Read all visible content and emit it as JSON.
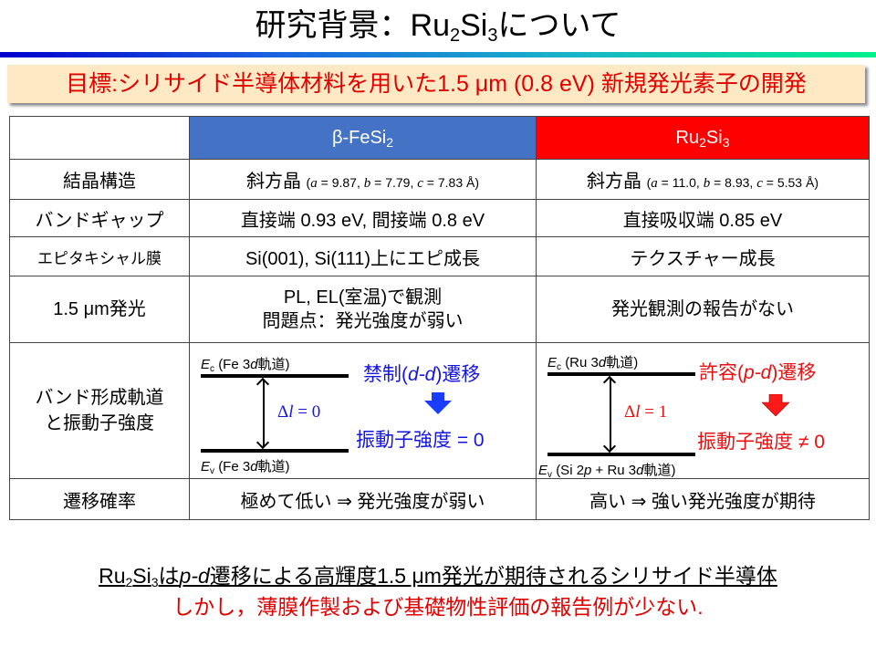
{
  "slide": {
    "title_prefix": "研究背景：Ru",
    "title_sub1": "2",
    "title_mid": "Si",
    "title_sub2": "3",
    "title_suffix": "について",
    "goal": "目標:シリサイド半導体材料を用いた1.5 μm (0.8 eV) 新規発光素子の開発",
    "colors": {
      "fe_header": "#4472c4",
      "ru_header": "#ff0000",
      "goal_bg": "#fde9c3",
      "goal_text": "#e00000",
      "forbidden_blue": "#1515e0",
      "allowed_red": "#e81010"
    }
  },
  "table": {
    "headers": {
      "fe_base": "β-FeSi",
      "fe_sub": "2",
      "ru_base1": "Ru",
      "ru_sub1": "2",
      "ru_base2": "Si",
      "ru_sub2": "3"
    },
    "rows": [
      {
        "label": "結晶構造",
        "fe_main": "斜方晶",
        "fe_params": [
          "9.87",
          "7.79",
          "7.83"
        ],
        "ru_main": "斜方晶",
        "ru_params": [
          "11.0",
          "8.93",
          "5.53"
        ],
        "unit": "Å"
      },
      {
        "label": "バンドギャップ",
        "fe": "直接端 0.93 eV, 間接端 0.8 eV",
        "ru": "直接吸収端 0.85 eV"
      },
      {
        "label": "エピタキシャル膜",
        "fe": "Si(001), Si(111)上にエピ成長",
        "ru": "テクスチャー成長"
      },
      {
        "label": "1.5 μm発光",
        "fe_line1": "PL, EL(室温)で観測",
        "fe_line2": "問題点：発光強度が弱い",
        "ru": "発光観測の報告がない"
      },
      {
        "label_line1": "バンド形成軌道",
        "label_line2": "と振動子強度",
        "fe": {
          "ec_label": "(Fe 3",
          "ec_orb": "d",
          "ec_tail": "軌道)",
          "ev_label": "(Fe 3",
          "ev_orb": "d",
          "ev_tail": "軌道)",
          "delta_l": "= 0",
          "transition_pre": "禁制(",
          "transition_type": "d-d",
          "transition_post": ")遷移",
          "oscillator": "振動子強度 = 0"
        },
        "ru": {
          "ec_label": "(Ru 3",
          "ec_orb": "d",
          "ec_tail": "軌道)",
          "ev_label": "(Si 2",
          "ev_orb1": "p",
          "ev_mid": " + Ru 3",
          "ev_orb2": "d",
          "ev_tail": "軌道)",
          "delta_l": "= 1",
          "transition_pre": "許容(",
          "transition_type": "p-d",
          "transition_post": ")遷移",
          "oscillator": "振動子強度 ≠ 0"
        }
      },
      {
        "label": "遷移確率",
        "fe": "極めて低い ⇒ 発光強度が弱い",
        "ru": "高い ⇒ 強い発光強度が期待"
      }
    ]
  },
  "conclusion": {
    "line1_ru": "Ru",
    "line1_sub1": "2",
    "line1_si": "Si",
    "line1_sub2": "3",
    "line1_pre": "は",
    "line1_pd": "p-d",
    "line1_post": "遷移による高輝度1.5 μm発光が期待されるシリサイド半導体",
    "line2": "しかし，薄膜作製および基礎物性評価の報告例が少ない."
  }
}
